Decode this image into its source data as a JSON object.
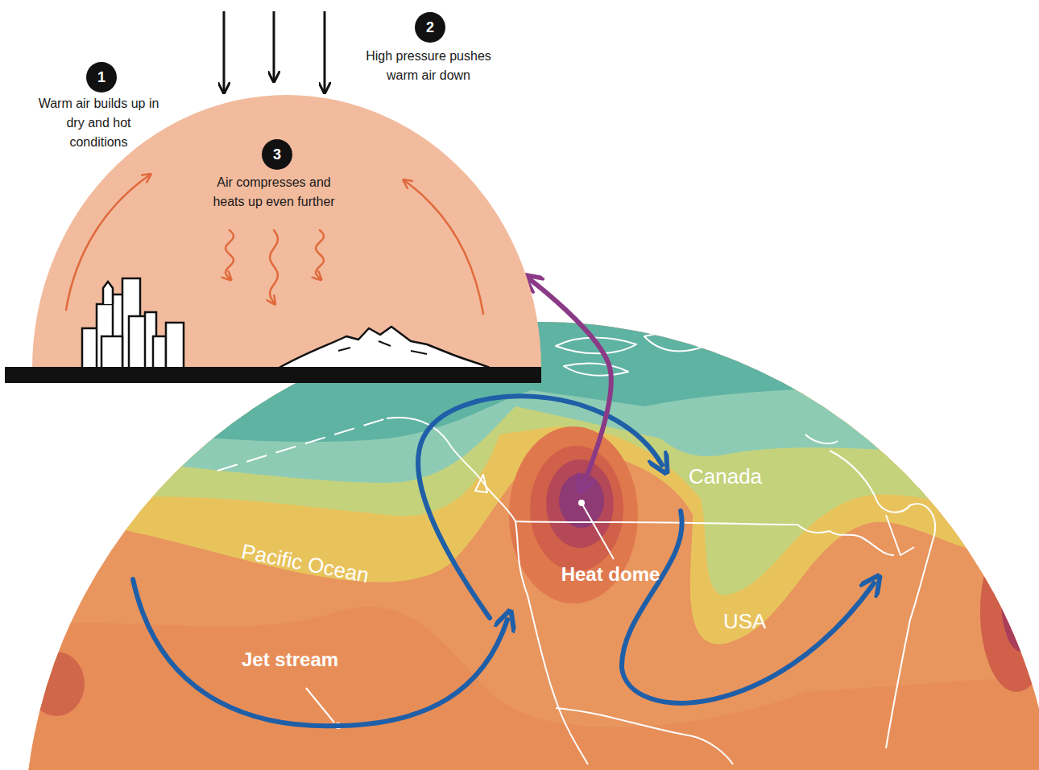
{
  "diagram": {
    "nodes": [
      {
        "text": [
          "1",
          "Warm air builds up in dry and hot conditions"
        ]
      },
      {
        "text": [
          "2",
          "High pressure pushes warm air down"
        ]
      },
      {
        "text": [
          "Air compresses and heats up even further"
        ]
      },
      {
        "text": [
          "3"
        ],
        "in": 2
      },
      {
        "text": [
          "Heat dome"
        ]
      }
    ],
    "edges": [
      {
        "from": 2,
        "to": 4,
        "arrow": "both"
      }
    ],
    "labels": [
      "Pacific Ocean",
      "Jet stream",
      "Canada",
      "USA"
    ]
  }
}
